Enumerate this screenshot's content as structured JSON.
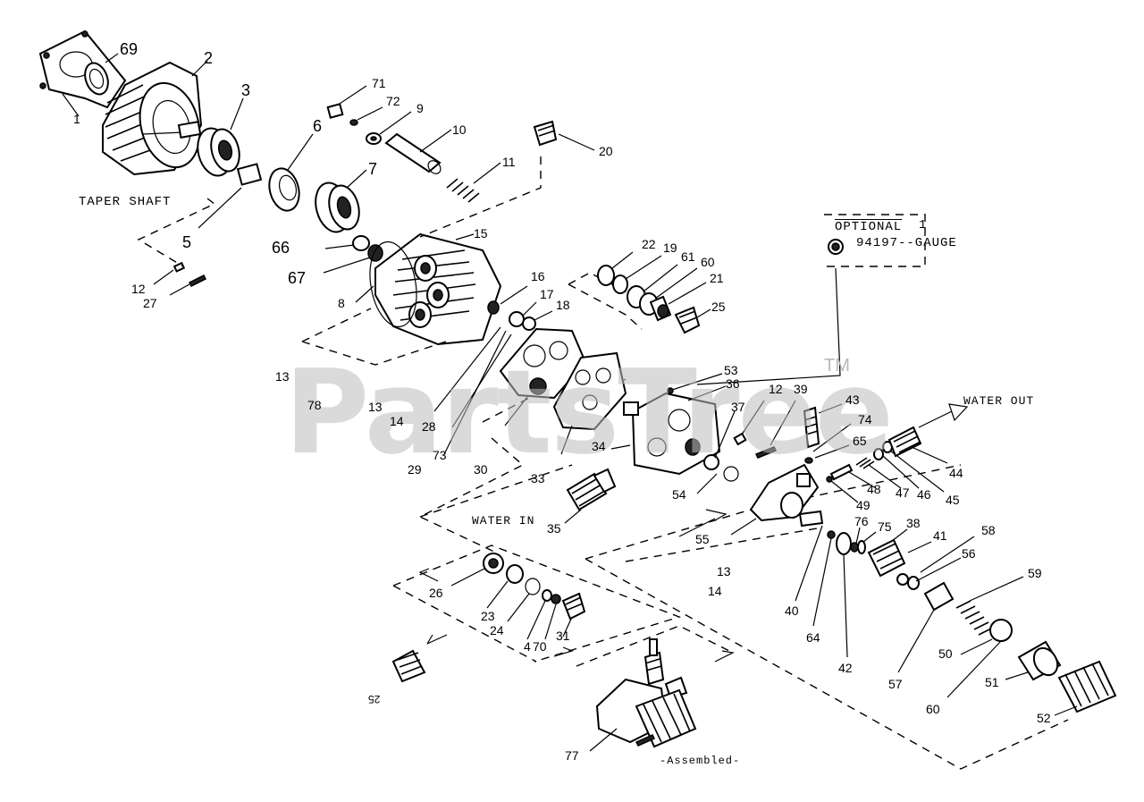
{
  "watermark": {
    "text": "PartsTree",
    "tm": "TM"
  },
  "notes": {
    "taper_shaft": "TAPER SHAFT",
    "optional_title": "OPTIONAL",
    "optional_num": "1",
    "optional_gauge": "94197--GAUGE",
    "water_out": "WATER OUT",
    "water_in": "WATER IN",
    "assembled": "-Assembled-"
  },
  "callouts": {
    "c1": "1",
    "c2": "2",
    "c3": "3",
    "c4": "4",
    "c5": "5",
    "c6": "6",
    "c7": "7",
    "c8": "8",
    "c9": "9",
    "c10": "10",
    "c11": "11",
    "c12a": "12",
    "c12b": "12",
    "c13a": "13",
    "c13b": "13",
    "c13c": "13",
    "c14a": "14",
    "c14b": "14",
    "c15": "15",
    "c16": "16",
    "c17": "17",
    "c18": "18",
    "c19": "19",
    "c20": "20",
    "c21": "21",
    "c22": "22",
    "c23": "23",
    "c24": "24",
    "c25": "25",
    "c26": "26",
    "c27": "27",
    "c28": "28",
    "c29": "29",
    "c30": "30",
    "c31": "31",
    "c33": "33",
    "c34": "34",
    "c35": "35",
    "c36": "36",
    "c37": "37",
    "c38": "38",
    "c39": "39",
    "c40": "40",
    "c41": "41",
    "c42": "42",
    "c43": "43",
    "c44": "44",
    "c45": "45",
    "c46": "46",
    "c47": "47",
    "c48": "48",
    "c49": "49",
    "c50": "50",
    "c51": "51",
    "c52": "52",
    "c53": "53",
    "c54": "54",
    "c55": "55",
    "c56": "56",
    "c57": "57",
    "c58": "58",
    "c59": "59",
    "c60a": "60",
    "c60b": "60",
    "c61": "61",
    "c64": "64",
    "c65": "65",
    "c66": "66",
    "c67": "67",
    "c69": "69",
    "c70": "70",
    "c71": "71",
    "c72": "72",
    "c73": "73",
    "c74": "74",
    "c75": "75",
    "c76": "76",
    "c77": "77",
    "c78": "78",
    "c25b": "25"
  }
}
